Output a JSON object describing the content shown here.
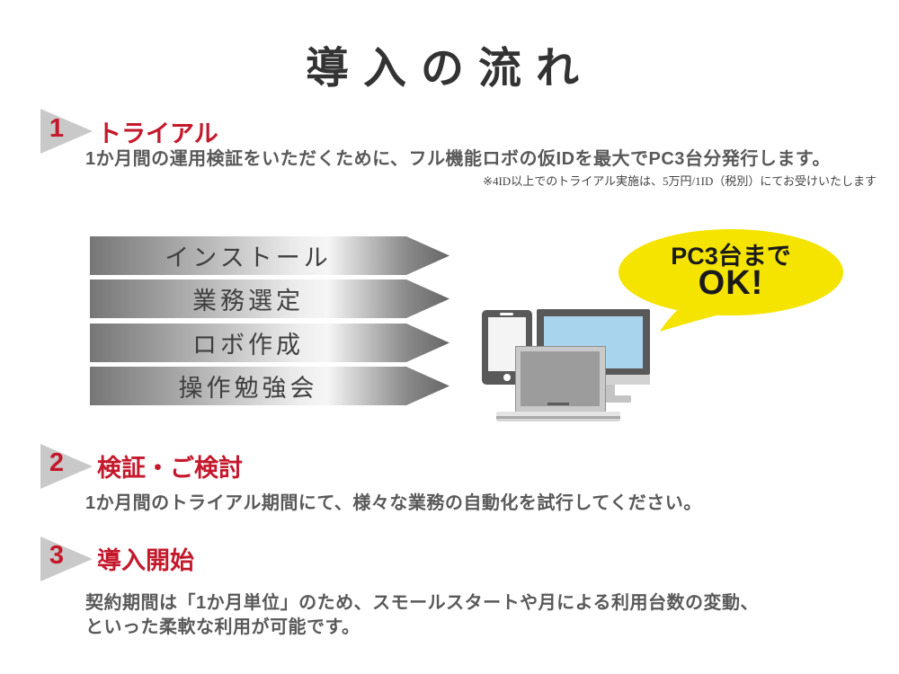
{
  "page": {
    "title": "導入の流れ"
  },
  "colors": {
    "accent_red": "#c4182b",
    "title_dark": "#333333",
    "body_gray": "#595959",
    "marker_gray": "#c9c9c9",
    "bubble_yellow": "#f5e400",
    "monitor_screen_blue": "#a8d4ee"
  },
  "steps": [
    {
      "number": "1",
      "heading": "トライアル",
      "description": "1か月間の運用検証をいただくために、フル機能ロボの仮IDを最大でPC3台分発行します。",
      "note": "※4ID以上でのトライアル実施は、5万円/1ID（税別）にてお受けいたします"
    },
    {
      "number": "2",
      "heading": "検証・ご検討",
      "description": "1か月間のトライアル期間にて、様々な業務の自動化を試行してください。"
    },
    {
      "number": "3",
      "heading": "導入開始",
      "desc_lines": [
        "契約期間は「1か月単位」のため、スモールスタートや月による利用台数の変動、",
        "といった柔軟な利用が可能です。"
      ]
    }
  ],
  "flow_banners": [
    "インストール",
    "業務選定",
    "ロボ作成",
    "操作勉強会"
  ],
  "bubble": {
    "line1": "PC3台まで",
    "line2": "OK!"
  },
  "illustration_icons": [
    "tablet-icon",
    "monitor-icon",
    "laptop-icon",
    "speech-bubble-icon"
  ]
}
